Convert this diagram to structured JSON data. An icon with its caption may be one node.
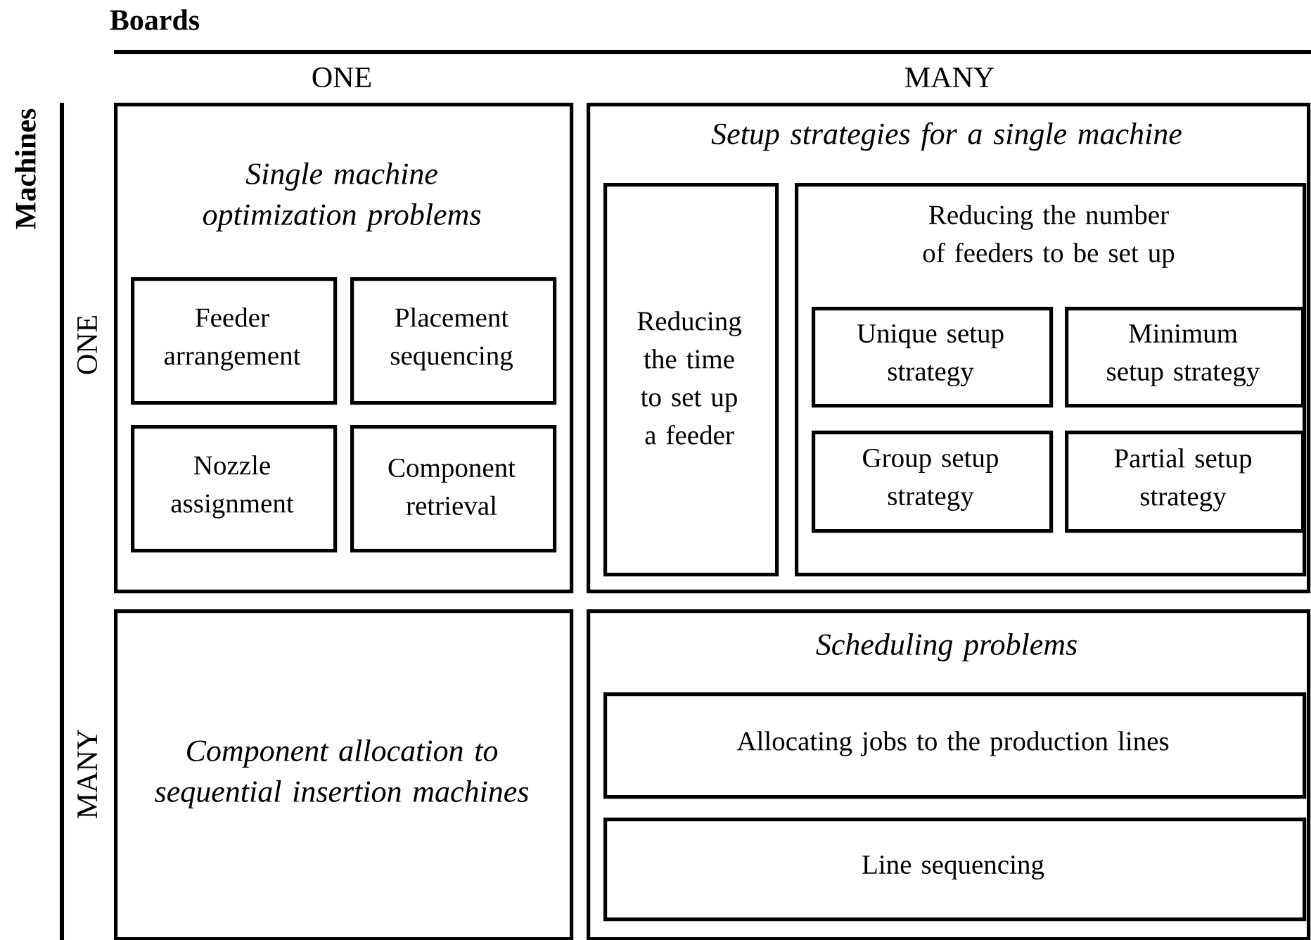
{
  "diagram": {
    "nodes": [
      {
        "text": [
          "Single machine optimization problems"
        ]
      },
      {
        "text": [
          "Feeder arrangement"
        ],
        "in": 0
      },
      {
        "text": [
          "Placement sequencing"
        ],
        "in": 0
      },
      {
        "text": [
          "Nozzle assignment"
        ],
        "in": 0
      },
      {
        "text": [
          "Component retrieval"
        ],
        "in": 0
      },
      {
        "text": [
          "Setup strategies for a single machine"
        ]
      },
      {
        "text": [
          "Reducing the time to set up a feeder"
        ],
        "in": 5
      },
      {
        "text": [
          "Reducing the number of feeders to be set up"
        ],
        "in": 5
      },
      {
        "text": [
          "Unique setup strategy"
        ],
        "in": 7
      },
      {
        "text": [
          "Minimum setup strategy"
        ],
        "in": 7
      },
      {
        "text": [
          "Group setup strategy"
        ],
        "in": 7
      },
      {
        "text": [
          "Partial setup strategy"
        ],
        "in": 7
      },
      {
        "text": [
          "Component allocation to sequential insertion machines"
        ]
      },
      {
        "text": [
          "Scheduling problems"
        ]
      },
      {
        "text": [
          "Allocating jobs to the production lines"
        ],
        "in": 13
      },
      {
        "text": [
          "Line sequencing"
        ],
        "in": 13
      }
    ],
    "labels": [
      "Boards",
      "ONE",
      "MANY",
      "Machines",
      "ONE",
      "MANY"
    ]
  }
}
